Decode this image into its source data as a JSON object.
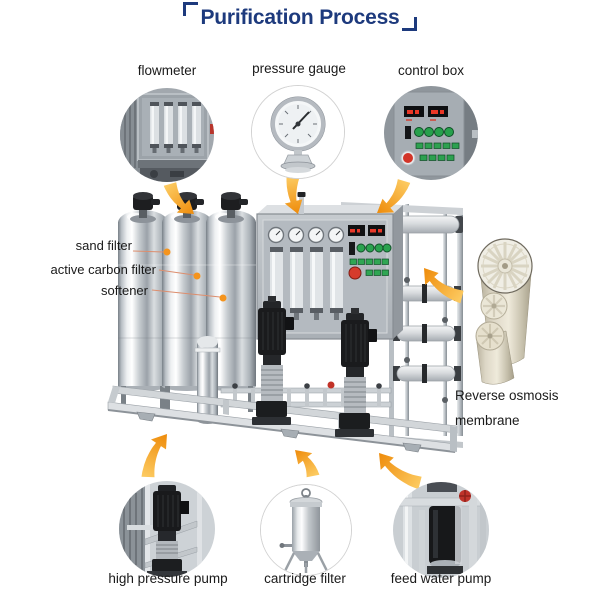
{
  "title": {
    "text": "Purification Process"
  },
  "callouts": {
    "top": [
      {
        "label": "flowmeter"
      },
      {
        "label": "pressure gauge"
      },
      {
        "label": "control box"
      }
    ],
    "left": [
      {
        "label": "sand filter"
      },
      {
        "label": "active carbon filter"
      },
      {
        "label": "softener"
      }
    ],
    "right": {
      "label_line1": "Reverse osmosis",
      "label_line2": "membrane"
    },
    "bottom": [
      {
        "label": "high pressure pump"
      },
      {
        "label": "cartridge filter"
      },
      {
        "label": "feed water pump"
      }
    ]
  },
  "colors": {
    "title": "#1d3a7d",
    "label_text": "#1a1a1a",
    "arrow_tail": "#fcc95f",
    "arrow_head": "#ee8b0a",
    "leader_line": "#dd8e6e",
    "leader_dot": "#f5941d"
  }
}
